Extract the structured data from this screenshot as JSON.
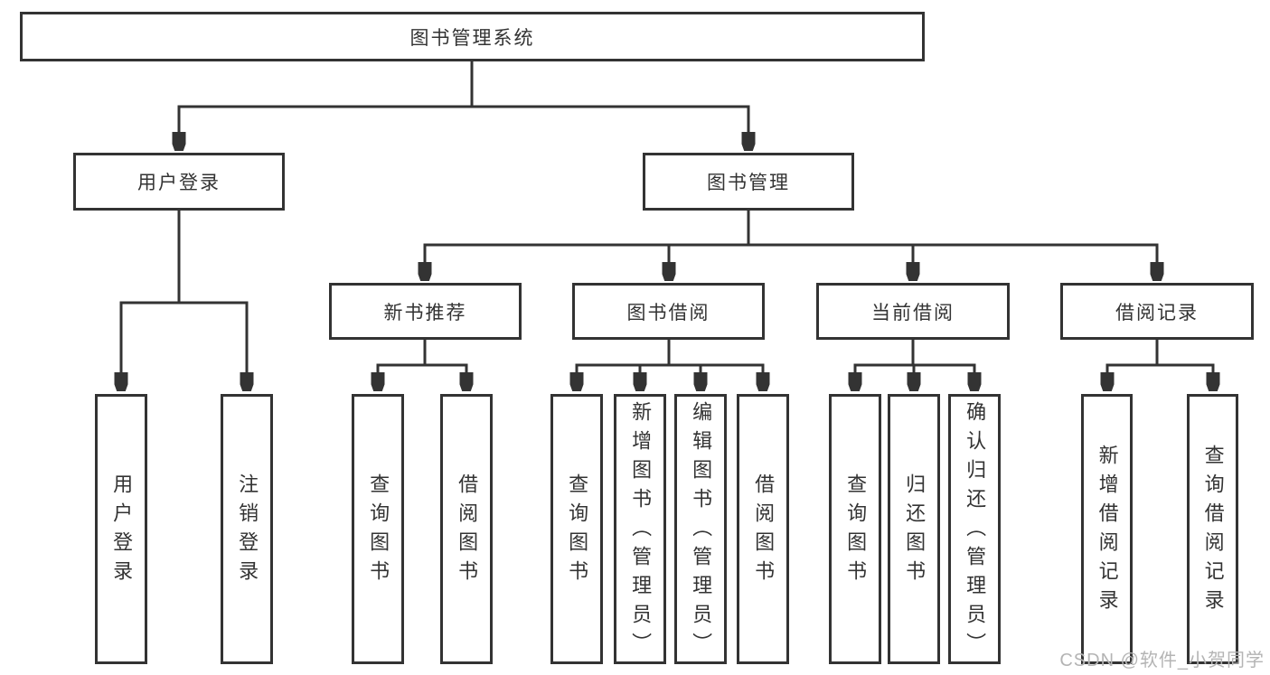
{
  "diagram": {
    "root": "图书管理系统",
    "level1": {
      "user_login": "用户登录",
      "book_mgmt": "图书管理"
    },
    "level2": {
      "new_book_rec": "新书推荐",
      "book_borrow": "图书借阅",
      "current_borrow": "当前借阅",
      "borrow_record": "借阅记录"
    },
    "leaves": {
      "user_login": "用户登录",
      "logout": "注销登录",
      "rec_query_book": "查询图书",
      "rec_borrow_book": "借阅图书",
      "bor_query_book": "查询图书",
      "bor_add_book": "新增图书（管理员）",
      "bor_edit_book": "编辑图书（管理员）",
      "bor_borrow_book": "借阅图书",
      "cur_query_book": "查询图书",
      "cur_return_book": "归还图书",
      "cur_confirm_return": "确认归还（管理员）",
      "record_add": "新增借阅记录",
      "record_query": "查询借阅记录"
    }
  },
  "watermark": "CSDN @软件_小贺同学",
  "colors": {
    "line": "#333333",
    "text": "#333333",
    "box_background": "#ffffff",
    "watermark": "#b4b4b4"
  }
}
